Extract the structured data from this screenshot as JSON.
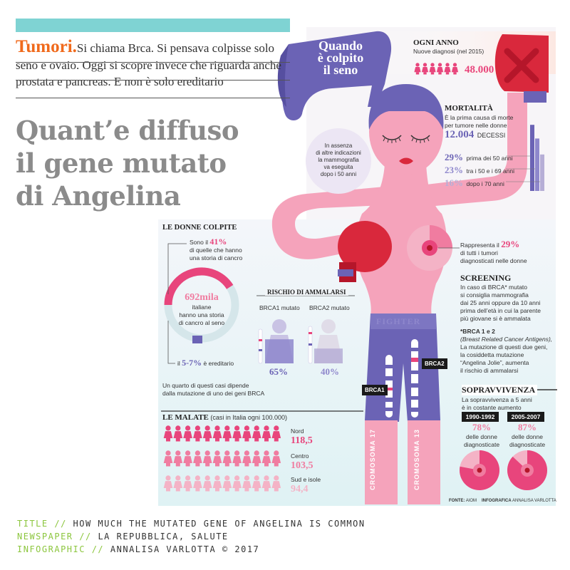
{
  "header": {
    "keyword": "Tumori.",
    "intro": "Si chiama Brca. Si pensava colpisse solo seno e ovaio. Oggi si scopre invece che riguarda anche prostata e pancreas. E non è solo ereditario",
    "headline": [
      "Quant’e diffuso",
      "il gene mutato",
      "di Angelina"
    ]
  },
  "figure": {
    "banner": [
      "Quando",
      "è colpito",
      "il seno"
    ],
    "shorts_label": "FIGHTER",
    "bubble": [
      "In assenza",
      "di altre indicazioni",
      "la mammografia",
      "va eseguita",
      "dopo i 50 anni"
    ],
    "chromosome_17": "CROMOSOMA 17",
    "chromosome_13": "CROMOSOMA 13",
    "brca1_tag": "BRCA1",
    "brca2_tag": "BRCA2"
  },
  "ogni_anno": {
    "title": "OGNI ANNO",
    "subtitle": "Nuove diagnosi (nel 2015)",
    "value": "48.000"
  },
  "mortalita": {
    "title": "MORTALITÀ",
    "lines": [
      "È la prima causa di morte",
      "per tumore nelle donne"
    ],
    "value": "12.004",
    "value_label": "DECESSI",
    "rows": [
      {
        "pct": "29%",
        "label": "prima dei 50 anni",
        "level": 29
      },
      {
        "pct": "23%",
        "label": "tra i 50 e i 69 anni",
        "level": 23
      },
      {
        "pct": "16%",
        "label": "dopo i 70 anni",
        "level": 16
      }
    ]
  },
  "rappresenta": {
    "pre": "Rappresenta il",
    "pct": "29%",
    "lines": [
      "di tutti i tumori",
      "diagnosticati nelle donne"
    ]
  },
  "screening": {
    "title": "SCREENING",
    "lines": [
      "In caso di BRCA* mutato",
      "si consiglia mammografia",
      "dai 25 anni oppure da 10 anni",
      "prima dell’età in cui la parente",
      "più giovane si è ammalata"
    ],
    "note_title": "*BRCA 1 e 2",
    "note_lines": [
      "(Breast Related Cancer Antigens),",
      "La mutazione di questi due geni,",
      "la cosiddetta mutazione",
      "“Angelina Jolie”, aumenta",
      "il rischio di ammalarsi"
    ]
  },
  "donne_colpite": {
    "title": "LE DONNE COLPITE",
    "sono_pre": "Sono il",
    "sono_pct": "41%",
    "sono_lines": [
      "di quelle che hanno",
      "una storia di cancro"
    ],
    "ring_value": "692mila",
    "ring_lines": [
      "italiane",
      "hanno una storia",
      "di cancro al seno"
    ],
    "ring_share": 41,
    "ereditario_pre": "il",
    "ereditario_pct": "5-7%",
    "ereditario_post": "è ereditario",
    "quarto_lines": [
      "Un quarto di questi casi dipende",
      "dalla mutazione di uno dei geni BRCA"
    ]
  },
  "rischio": {
    "title": "RISCHIO DI AMMALARSI",
    "items": [
      {
        "label": "BRCA1 mutato",
        "pct": "65%",
        "level": 65
      },
      {
        "label": "BRCA2 mutato",
        "pct": "40%",
        "level": 40
      }
    ]
  },
  "malate": {
    "title": "LE MALATE",
    "subtitle": "(casi in Italia ogni 100.000)",
    "rows": [
      {
        "label": "Nord",
        "value": "118,5",
        "color": "#e8457c"
      },
      {
        "label": "Centro",
        "value": "103,5",
        "color": "#f07ca0"
      },
      {
        "label": "Sud e isole",
        "value": "94,4",
        "color": "#f4b3c6"
      }
    ]
  },
  "sopravvivenza": {
    "title": "SOPRAVVIVENZA",
    "lines": [
      "La sopravvivenza a 5 anni",
      "è in costante aumento"
    ],
    "items": [
      {
        "years": "1990-1992",
        "pct": "78%",
        "level": 78,
        "lines": [
          "delle donne",
          "diagnosticate"
        ]
      },
      {
        "years": "2005-2007",
        "pct": "87%",
        "level": 87,
        "lines": [
          "delle donne",
          "diagnosticate"
        ]
      }
    ]
  },
  "sources": {
    "fonte_label": "FONTE:",
    "fonte_value": "AIOM",
    "info_label": "INFOGRAFICA",
    "info_value": "ANNALISA VARLOTTA"
  },
  "credits": [
    {
      "key": "TITLE //",
      "value": "HOW MUCH THE MUTATED GENE OF ANGELINA IS COMMON"
    },
    {
      "key": "NEWSPAPER //",
      "value": "LA REPUBBLICA, SALUTE"
    },
    {
      "key": "INFOGRAPHIC //",
      "value": "ANNALISA VARLOTTA © 2017"
    }
  ],
  "colors": {
    "pink_dark": "#e8457c",
    "pink_mid": "#f07ca0",
    "pink_light": "#f4b3c6",
    "skin": "#f5a3bb",
    "purple": "#6b63b5",
    "red": "#d9283c",
    "teal_bar": "#7fd3d3",
    "headline_grey": "#8b8b8b",
    "credit_green": "#8cc63e"
  }
}
